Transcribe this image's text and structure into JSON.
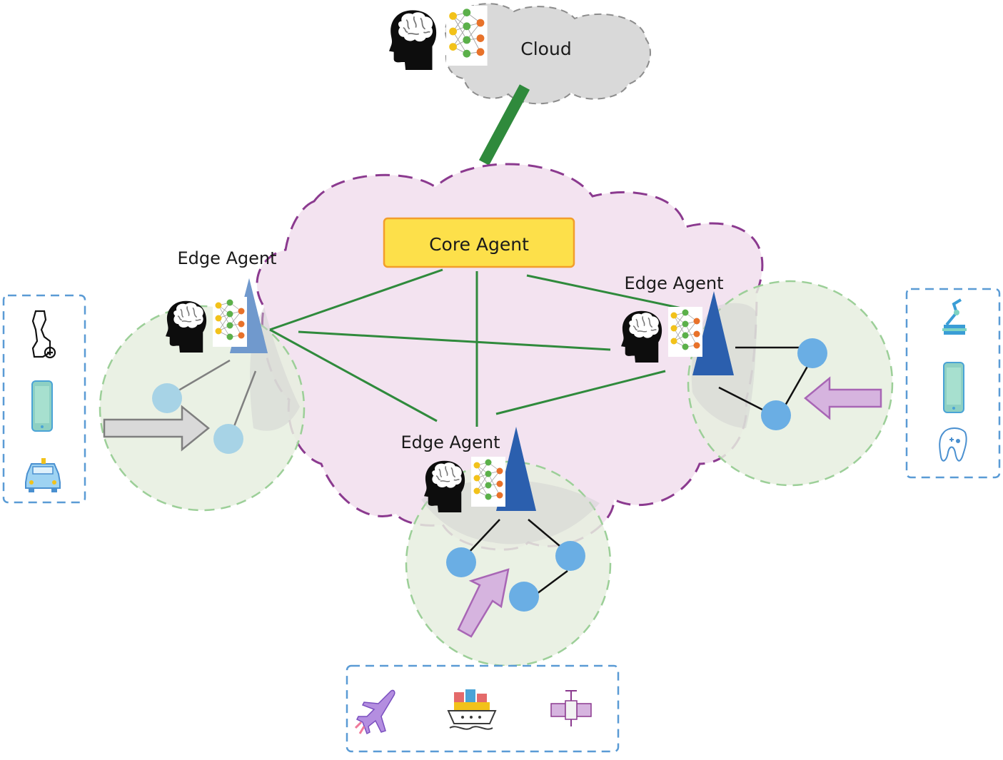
{
  "cloud": {
    "label": "Cloud"
  },
  "core": {
    "label": "Core Agent"
  },
  "edges": [
    {
      "label": "Edge Agent"
    },
    {
      "label": "Edge Agent"
    },
    {
      "label": "Edge Agent"
    }
  ],
  "device_groups": {
    "left": [
      "connected-vehicle-icon",
      "smartphone-icon",
      "car-icon"
    ],
    "right": [
      "robot-arm-icon",
      "smartphone-icon",
      "dental-icon"
    ],
    "bottom": [
      "airplane-icon",
      "cargo-ship-icon",
      "satellite-icon"
    ]
  },
  "colors": {
    "link_green": "#2f8a3c",
    "cloud_gray": "#d9d9d9",
    "core_fill": "#fde04a",
    "core_border": "#f29d2b",
    "mec_border": "#8b3a8f",
    "mec_fill": "#f3e3f0",
    "cell_fill": "#e9f3e5",
    "cell_border": "#9ccf98",
    "device_box_border": "#5a9bd5",
    "node_light": "#a7d3e6",
    "node_dark": "#6aaee4",
    "tower_blue": "#2b5fae"
  }
}
